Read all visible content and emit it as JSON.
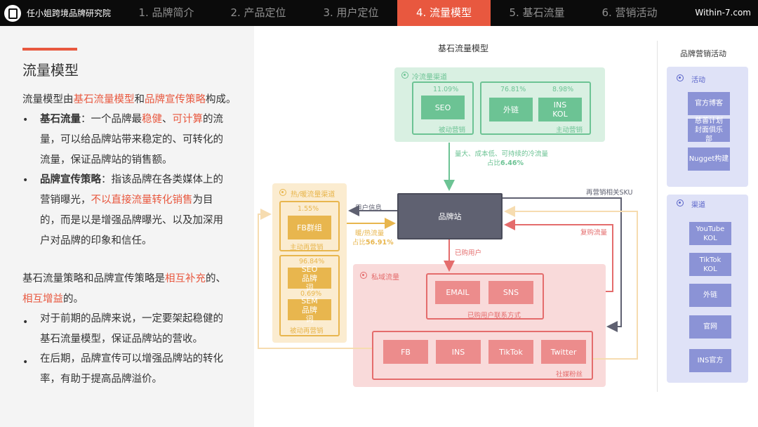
{
  "nav": {
    "brand": "任小姐跨境品牌研究院",
    "tabs": [
      "1. 品牌简介",
      "2. 产品定位",
      "3. 用户定位",
      "4. 流量模型",
      "5. 基石流量",
      "6. 营销活动"
    ],
    "active_tab": 3,
    "site": "Within-7.com"
  },
  "left": {
    "title": "流量模型",
    "intro": {
      "p1": "流量模型由",
      "h1": "基石流量模型",
      "p2": "和",
      "h2": "品牌宣传策略",
      "p3": "构成。"
    },
    "b1": {
      "bold": "基石流量",
      "p1": "：一个品牌最",
      "h1": "稳健",
      "p2": "、",
      "h2": "可计算",
      "p3": "的流",
      "l2": "量，可以给品牌站带来稳定的、可转化的",
      "l3": "流量，保证品牌站的销售额。"
    },
    "b2": {
      "bold": "品牌宣传策略",
      "p1": "：指该品牌在各类媒体上的",
      "l2a": "营销曝光，",
      "h1": "不以直接流量转化销售",
      "l2b": "为目",
      "l3": "的，而是以是增强品牌曝光、以及加深用",
      "l4": "户对品牌的印象和信任。"
    },
    "s2": {
      "p1": "基石流量策略和品牌宣传策略是",
      "h1": "相互补充",
      "p2": "的、",
      "h2": "相互增益",
      "p3": "的。"
    },
    "b3": {
      "l1": "对于前期的品牌来说，一定要架起稳健的",
      "l2": "基石流量模型，保证品牌站的营收。"
    },
    "b4": {
      "l1": "在后期，品牌宣传可以增强品牌站的转化",
      "l2": "率，有助于提高品牌溢价。"
    }
  },
  "diagram": {
    "title": "基石流量模型",
    "cold": {
      "label": "冷流量渠道",
      "passive": {
        "pct": "11.09%",
        "chip": "SEO",
        "caption": "被动营销"
      },
      "active": {
        "pct1": "76.81%",
        "chip1": "外链",
        "pct2": "8.98%",
        "chip2": "INS KOL",
        "caption": "主动营销"
      },
      "note": "量大、成本低、可持续的冷流量",
      "share_prefix": "占比",
      "share": "6.46%"
    },
    "hot": {
      "label": "热/暖流量渠道",
      "top": {
        "pct": "1.55%",
        "chip": "FB群组",
        "caption": "主动再营销"
      },
      "bottom": {
        "pct1": "96.84%",
        "chip1": "SEO 品牌词",
        "pct2": "0.69%",
        "chip2": "SEM 品牌词",
        "caption": "被动再营销"
      },
      "share_label": "暖/热流量",
      "share_prefix": "占比",
      "share": "56.91%"
    },
    "center": "品牌站",
    "user_info": "用户信息",
    "purchased_users": "已购用户",
    "remarketing_sku": "再营销相关SKU",
    "repurchase": "复购流量",
    "private": {
      "label": "私域流量",
      "contact_chips": [
        "EMAIL",
        "SNS"
      ],
      "contact_caption": "已购用户联系方式",
      "social_chips": [
        "FB",
        "INS",
        "TikTok",
        "Twitter"
      ],
      "social_caption": "社媒粉丝"
    },
    "colors": {
      "green": "#6cc394",
      "orange": "#e8b64e",
      "red": "#e46c6c",
      "blue": "#8b93d6",
      "navy": "#5f6171"
    }
  },
  "marketing": {
    "title": "品牌营销活动",
    "activities": {
      "label": "活动",
      "items": [
        "官方博客",
        "慈善计划 封面俱乐部",
        "Nugget构建"
      ]
    },
    "channels": {
      "label": "渠道",
      "items": [
        "YouTube KOL",
        "TikTok KOL",
        "外链",
        "官网",
        "INS官方"
      ]
    }
  }
}
